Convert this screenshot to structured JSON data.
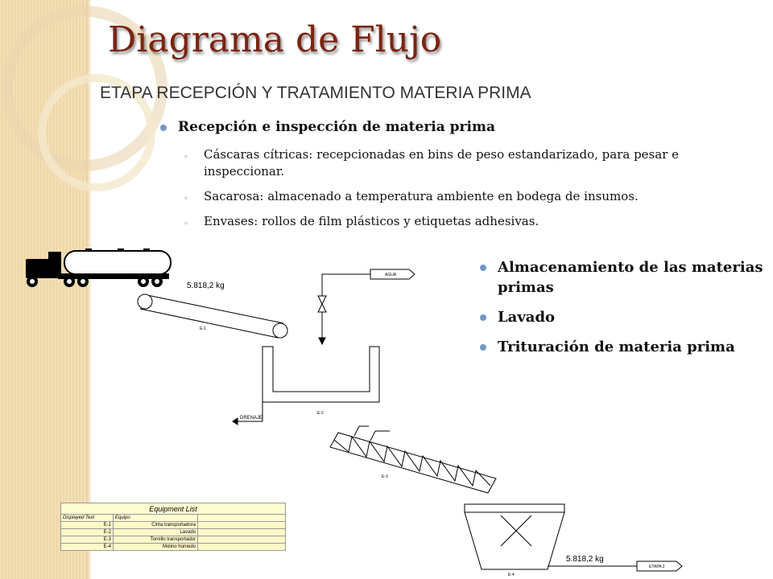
{
  "slide": {
    "title": "Diagrama de Flujo",
    "subtitle": "ETAPA RECEPCIÓN Y TRATAMIENTO MATERIA PRIMA"
  },
  "bullets": {
    "main": "Recepción e inspección de materia prima",
    "sub": [
      "Cáscaras cítricas: recepcionadas en bins de peso estandarizado, para pesar e inspeccionar.",
      "Sacarosa: almacenado a temperatura ambiente en bodega de insumos.",
      "Envases: rollos de film plásticos y etiquetas adhesivas."
    ]
  },
  "right_bullets": [
    "Almacenamiento de las materias primas",
    "Lavado",
    "Trituración de materia prima"
  ],
  "diagram": {
    "flow_in_label": "5.818,2 kg",
    "flow_out_label": "5.818,2 kg",
    "water_label": "AGUA",
    "drain_label": "DRENAJE",
    "stage_label": "ETAPA 2",
    "equipment_tags": {
      "e1": "E-1",
      "e2": "E-2",
      "e3": "E-3",
      "e4": "E-4"
    }
  },
  "equipment_list": {
    "title": "Equipment List",
    "columns": [
      "Displayed Text",
      "Equipo"
    ],
    "rows": [
      {
        "tag": "E-1",
        "name": "Cinta transportadora"
      },
      {
        "tag": "E-2",
        "name": "Lavado"
      },
      {
        "tag": "E-3",
        "name": "Tornillo transportador"
      },
      {
        "tag": "E-4",
        "name": "Molino húmedo"
      }
    ]
  }
}
